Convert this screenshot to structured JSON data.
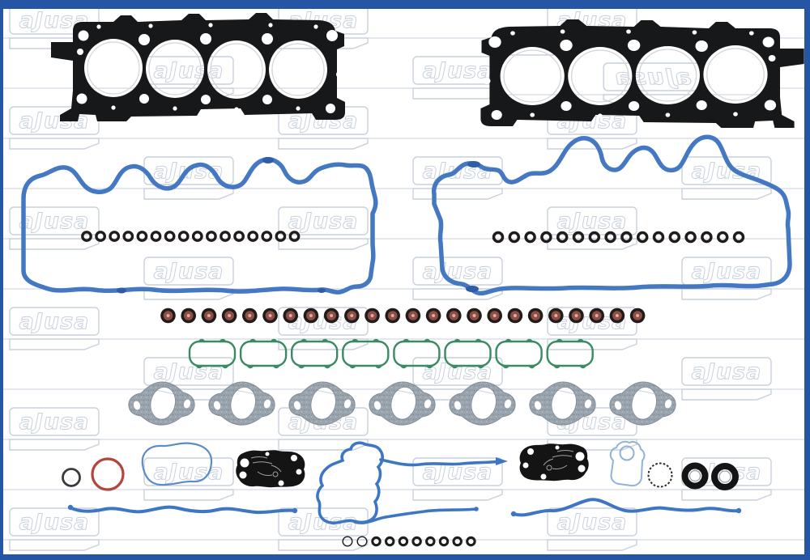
{
  "product": {
    "kind": "engine-full-gasket-set-photo",
    "watermark_text": "aJusa"
  },
  "colors": {
    "frame_blue": "#2456a5",
    "watermark": "#c9d1dd",
    "gasket_black": "#17181a",
    "cover_blue": "#4478c2",
    "cover_blue_dark": "#2f5ca6",
    "seal_ring_black": "#201c1b",
    "seal_core_red": "#8d4f45",
    "seal_dot_pink": "#e2ab9b",
    "intake_green": "#3a8a63",
    "exhaust_gray": "#9aa4ae",
    "exhaust_gray_dark": "#828d98",
    "oring_red": "#b4453c",
    "oring_black": "#3a3a3a",
    "strip_blue": "#3f76c4",
    "thermo_blue": "#8fb2dc",
    "peanut_blue": "#5b8bc9",
    "plate_black": "#141414"
  },
  "parts": {
    "head_gaskets": {
      "count": 2,
      "bores_each": 4
    },
    "valve_cover_gaskets": {
      "count": 2
    },
    "cover_seal_rows": {
      "left_count": 16,
      "right_count": 16
    },
    "valve_stem_seals": {
      "count": 24
    },
    "intake_port_gaskets": {
      "count": 8
    },
    "exhaust_port_gaskets": {
      "count": 7
    },
    "shaft_seals": {
      "count": 2
    },
    "micro_orings": {
      "thin_count": 2,
      "thick_count": 8
    },
    "single_orings": {
      "black": 1,
      "red": 1
    },
    "cover_plates": {
      "count": 2
    },
    "push_in_strips": {
      "count": 2
    }
  }
}
